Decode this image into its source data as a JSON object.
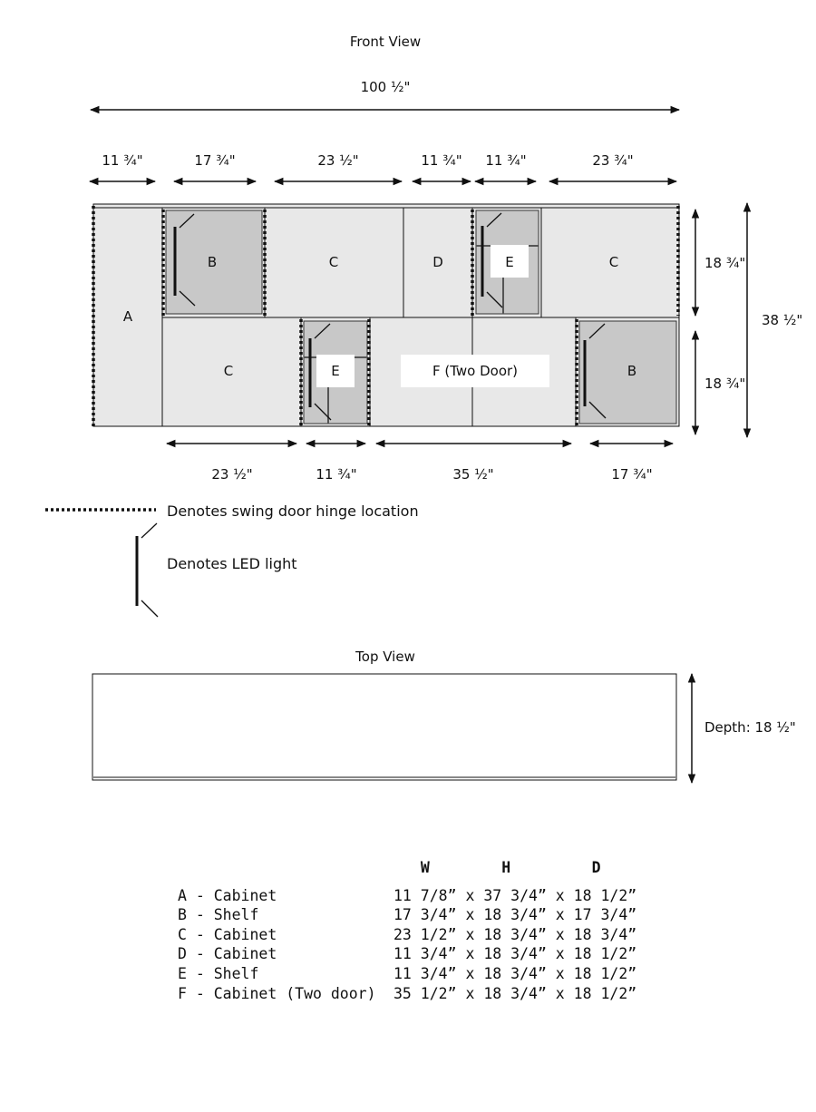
{
  "front_view": {
    "title": "Front View",
    "overall_width": "100 ½\"",
    "top_dims": [
      "11 ¾\"",
      "17 ¾\"",
      "23 ½\"",
      "11 ¾\"",
      "11 ¾\"",
      "23 ¾\""
    ],
    "bottom_dims": [
      "23 ½\"",
      "11 ¾\"",
      "35 ½\"",
      "17 ¾\""
    ],
    "right_dims": {
      "upper": "18 ¾\"",
      "lower": "18 ¾\"",
      "total": "38 ½\""
    },
    "labels": {
      "a": "A",
      "b_top": "B",
      "c_top1": "C",
      "d": "D",
      "e_top": "E",
      "c_top2": "C",
      "c_bottom": "C",
      "e_bottom": "E",
      "f": "F (Two Door)",
      "b_bottom": "B"
    }
  },
  "legend": {
    "hinge": "Denotes swing door hinge location",
    "led": "Denotes LED light"
  },
  "top_view": {
    "title": "Top View",
    "depth": "Depth: 18 ½\""
  },
  "spec_table": {
    "headers": {
      "w": "W",
      "h": "H",
      "d": "D"
    },
    "rows": [
      {
        "name": "A - Cabinet",
        "dims": "11 7/8” x 37 3/4” x 18 1/2”"
      },
      {
        "name": "B - Shelf",
        "dims": "17 3/4” x 18 3/4” x 17 3/4”"
      },
      {
        "name": "C - Cabinet",
        "dims": "23 1/2” x 18 3/4” x 18 3/4”"
      },
      {
        "name": "D - Cabinet",
        "dims": "11 3/4” x 18 3/4” x 18 1/2”"
      },
      {
        "name": "E - Shelf",
        "dims": "11 3/4” x 18 3/4” x 18 1/2”"
      },
      {
        "name": "F - Cabinet (Two door)",
        "dims": "35 1/2” x 18 3/4” x 18 1/2”"
      }
    ]
  },
  "colors": {
    "cabinet_fill": "#e8e8e8",
    "shelf_fill": "#c8c8c8",
    "line": "#111111"
  }
}
